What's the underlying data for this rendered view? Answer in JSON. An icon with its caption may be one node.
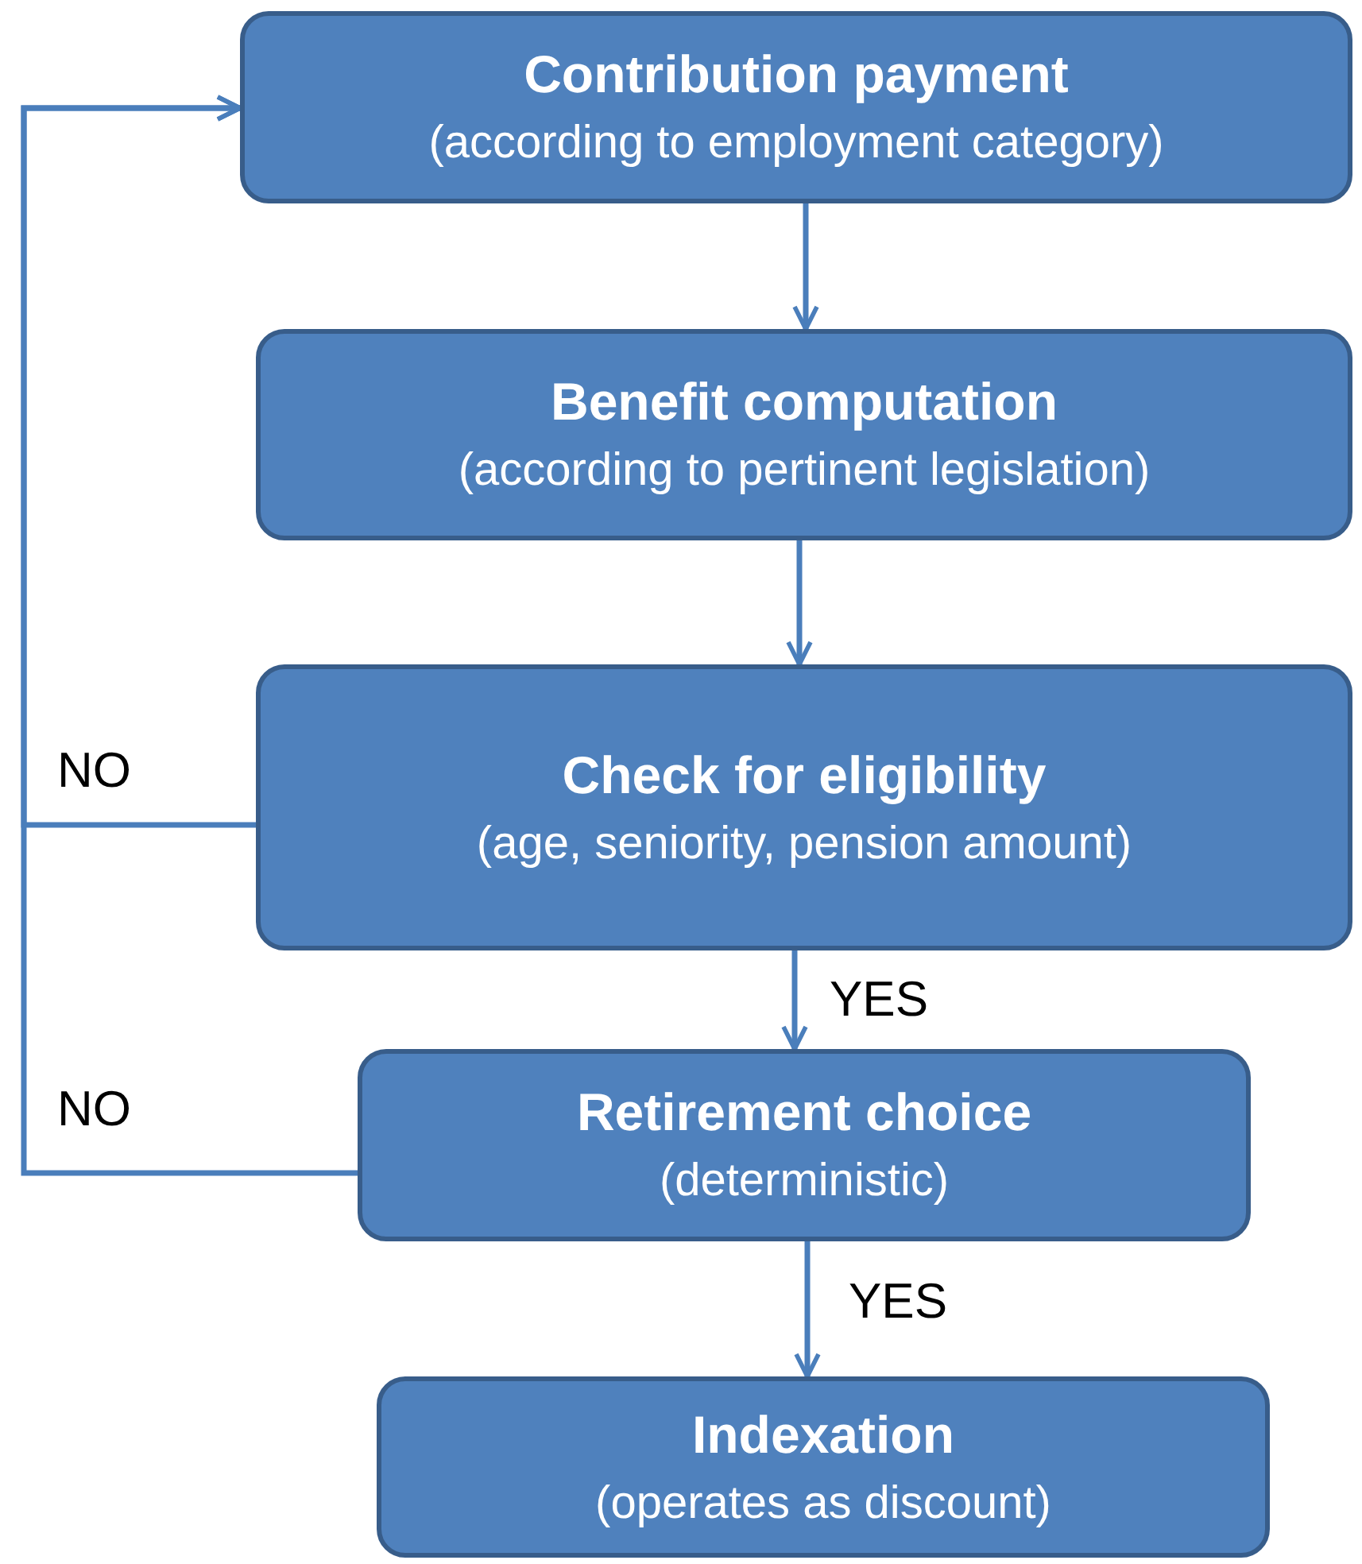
{
  "diagram": {
    "nodes": [
      {
        "text": [
          "Contribution payment",
          "(according to employment category)"
        ]
      },
      {
        "text": [
          "Benefit computation",
          "(according to pertinent legislation)"
        ]
      },
      {
        "text": [
          "Check for eligibility",
          "(age, seniority, pension amount)"
        ]
      },
      {
        "text": [
          "Retirement choice",
          "(deterministic)"
        ]
      },
      {
        "text": [
          "Indexation",
          "(operates as discount)"
        ]
      }
    ],
    "edges": [
      {
        "from": 0,
        "to": 1,
        "arrow": "to"
      },
      {
        "from": 1,
        "to": 2,
        "arrow": "to"
      },
      {
        "from": 2,
        "to": 3,
        "arrow": "to",
        "label": "YES"
      },
      {
        "from": 3,
        "to": 4,
        "arrow": "to",
        "label": "YES"
      },
      {
        "from": 2,
        "to": 0,
        "arrow": "to",
        "label": "NO"
      },
      {
        "from": 3,
        "to": 0,
        "arrow": "to",
        "label": "NO"
      }
    ]
  }
}
